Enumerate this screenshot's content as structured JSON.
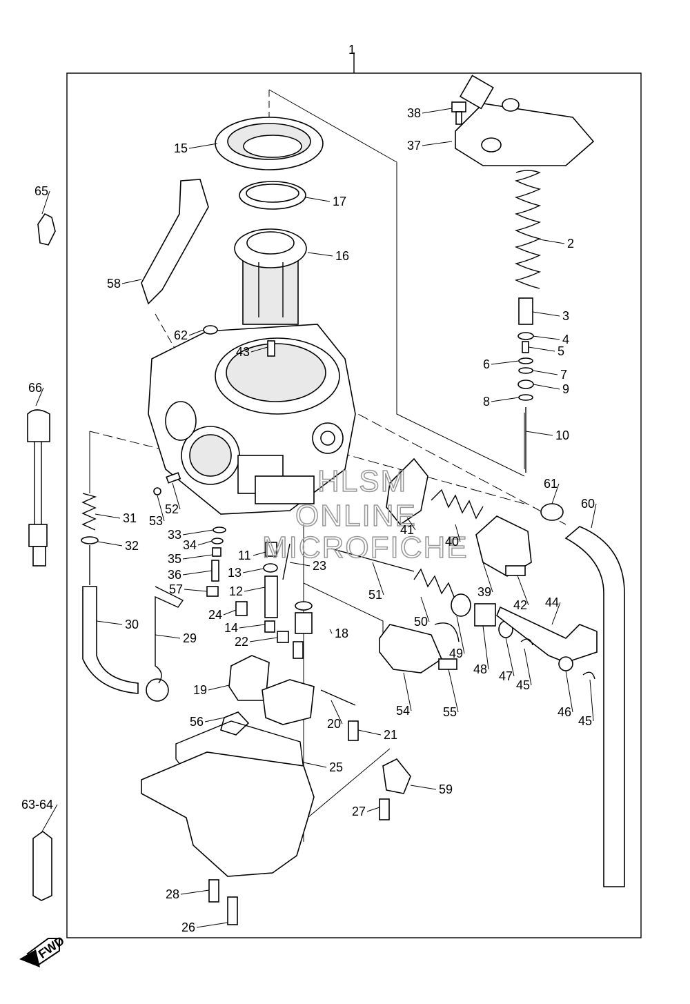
{
  "watermark": {
    "line1": "HLSM",
    "line2": "ONLINE",
    "line3": "MICROFICHE"
  },
  "fwd_label": "FWD",
  "callouts": [
    "1",
    "2",
    "3",
    "4",
    "5",
    "6",
    "7",
    "8",
    "9",
    "10",
    "11",
    "12",
    "13",
    "14",
    "15",
    "16",
    "17",
    "18",
    "19",
    "20",
    "21",
    "22",
    "23",
    "24",
    "25",
    "26",
    "27",
    "28",
    "29",
    "30",
    "31",
    "32",
    "33",
    "34",
    "35",
    "36",
    "37",
    "38",
    "39",
    "40",
    "41",
    "42",
    "43",
    "44",
    "45",
    "45",
    "46",
    "47",
    "48",
    "49",
    "50",
    "51",
    "52",
    "53",
    "54",
    "55",
    "56",
    "57",
    "58",
    "59",
    "60",
    "61",
    "62",
    "63-64",
    "65",
    "66"
  ]
}
